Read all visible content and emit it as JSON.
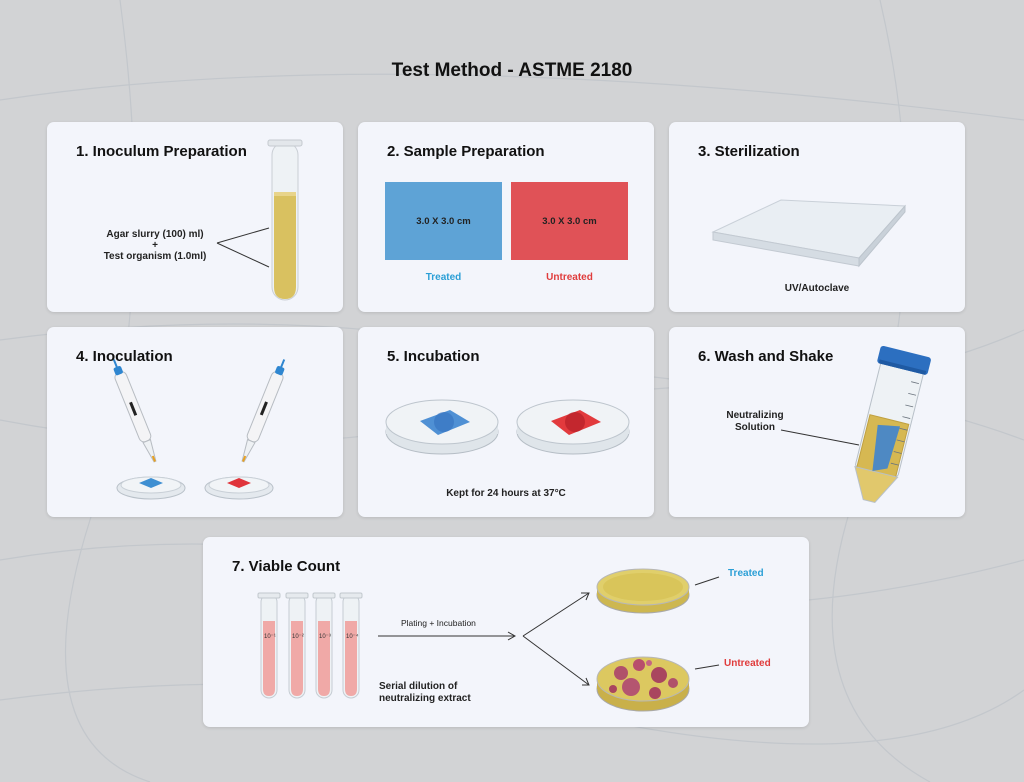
{
  "title": "Test Method -  ASTME 2180",
  "colors": {
    "treated": "#2b9fd6",
    "untreated": "#e03c3c",
    "treated_square": "#5ea3d6",
    "untreated_square": "#e05257"
  },
  "steps": {
    "s1": {
      "title": "1. Inoculum Preparation",
      "label_line1": "Agar slurry (100) ml)",
      "label_plus": "+",
      "label_line2": "Test organism (1.0ml)"
    },
    "s2": {
      "title": "2. Sample Preparation",
      "treated_size": "3.0 X 3.0 cm",
      "untreated_size": "3.0 X 3.0 cm",
      "treated_label": "Treated",
      "untreated_label": "Untreated"
    },
    "s3": {
      "title": "3. Sterilization",
      "caption": "UV/Autoclave"
    },
    "s4": {
      "title": "4. Inoculation"
    },
    "s5": {
      "title": "5. Incubation",
      "caption": "Kept for 24 hours at 37°C"
    },
    "s6": {
      "title": "6. Wash and Shake",
      "label_line1": "Neutralizing",
      "label_line2": "Solution"
    },
    "s7": {
      "title": "7. Viable Count",
      "arrow_label": "Plating + Incubation",
      "caption_line1": "Serial dilution of",
      "caption_line2": "neutralizing extract",
      "treated_label": "Treated",
      "untreated_label": "Untreated",
      "tube_labels": [
        "10⁻¹",
        "10⁻²",
        "10⁻³",
        "10⁻⁴"
      ]
    }
  }
}
